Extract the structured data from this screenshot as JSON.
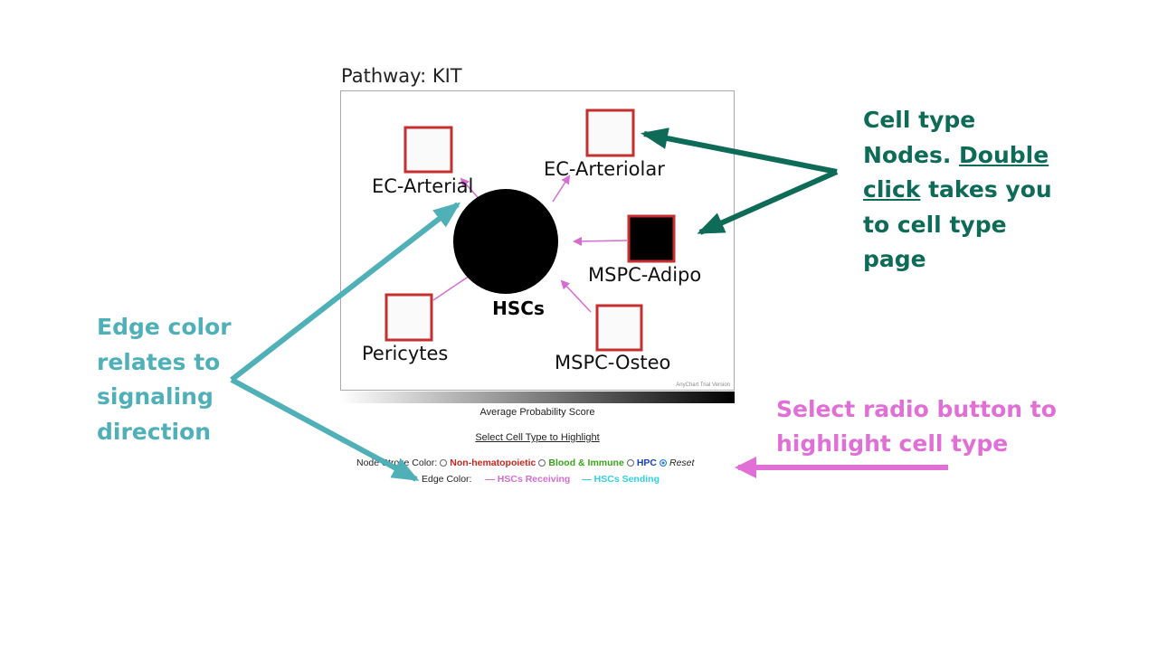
{
  "pathway_title": "Pathway: KIT",
  "nodes": {
    "ec_arterial": "EC-Arterial",
    "ec_arteriolar": "EC-Arteriolar",
    "mspc_adipo": "MSPC-Adipo",
    "mspc_osteo": "MSPC-Osteo",
    "pericytes": "Pericytes",
    "hscs": "HSCs"
  },
  "trial_watermark": "AnyChart Trial Version",
  "probability_label": "Average Probability Score",
  "select_title": "Select Cell Type to Highlight",
  "node_stroke": {
    "label": "Node Stroke Color:",
    "non_hematopoietic": "Non-hematopoietic",
    "blood_immune": "Blood & Immune",
    "hpc": "HPC",
    "reset": "Reset",
    "selected": "Reset"
  },
  "edge_color": {
    "label": "Edge Color:",
    "receiving": "— HSCs Receiving",
    "sending": "— HSCs Sending"
  },
  "annotations": {
    "right_line1": "Cell type",
    "right_line2_prefix": "Nodes. ",
    "right_line2_link": "Double",
    "right_line3_link": "click",
    "right_line3_suffix": " takes you",
    "right_line4": "to cell type",
    "right_line5": "page",
    "left_line1": "Edge color",
    "left_line2": "relates to",
    "left_line3": "signaling",
    "left_line4": "direction",
    "pink_line1": "Select radio button to",
    "pink_line2": "highlight cell type"
  },
  "colors": {
    "node_stroke": "#c62f2f",
    "edge_receiving": "#d66cd2",
    "edge_sending": "#2fd3e0",
    "annotation_green": "#0d6b57",
    "annotation_teal": "#4fb0b7",
    "annotation_pink": "#e06fd6"
  }
}
